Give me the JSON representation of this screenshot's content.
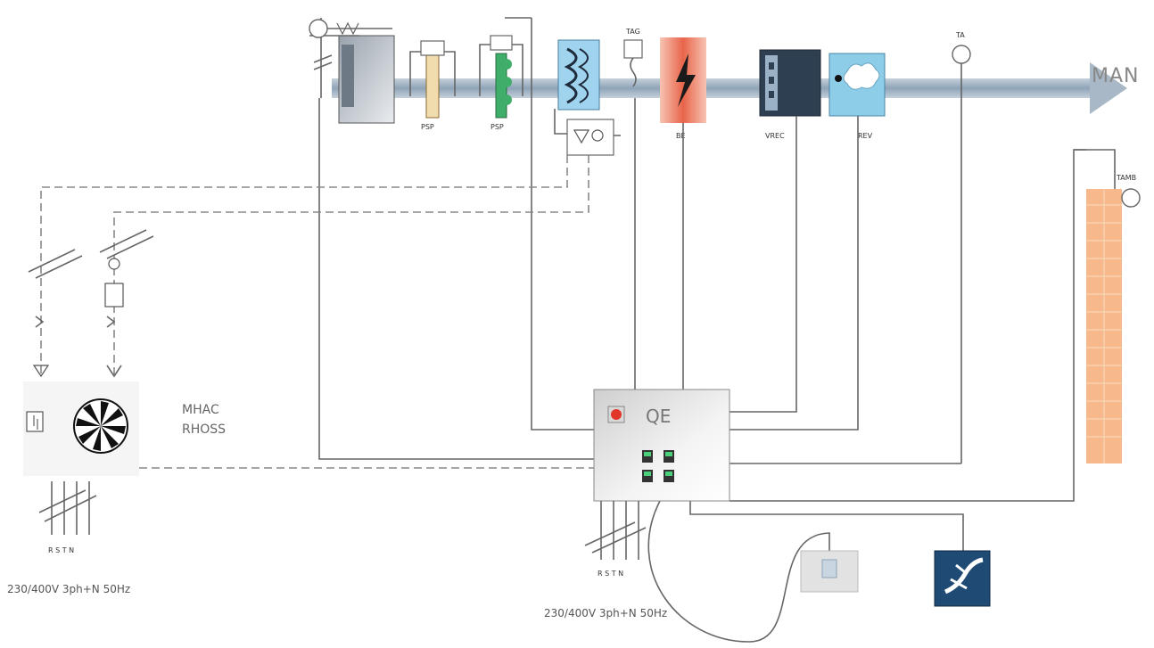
{
  "labels": {
    "man": "MAN",
    "psp1": "PSP",
    "psp2": "PSP",
    "tag": "TAG",
    "be": "BE",
    "vrec": "VREC",
    "rev": "REV",
    "ta": "TA",
    "tamb": "TAMB",
    "qe": "QE",
    "mhac": "MHAC",
    "rhoss": "RHOSS",
    "phases_left": "R S T N",
    "phases_right": "R S T N",
    "supply_left": "230/400V  3ph+N  50Hz",
    "supply_right": "230/400V  3ph+N  50Hz"
  },
  "colors": {
    "duct": "#8fa4b8",
    "heater": "#e8654a",
    "humidifier": "#6fb8dc",
    "coil": "#4aa6d6",
    "panel": "#e6e6e6",
    "radiant": "#f3a46a",
    "switch_green": "#4ccf7a"
  },
  "icons": {
    "heater": "lightning-icon",
    "fan": "fan-icon",
    "stop": "emergency-stop-icon",
    "control": "wall-controller-icon"
  }
}
